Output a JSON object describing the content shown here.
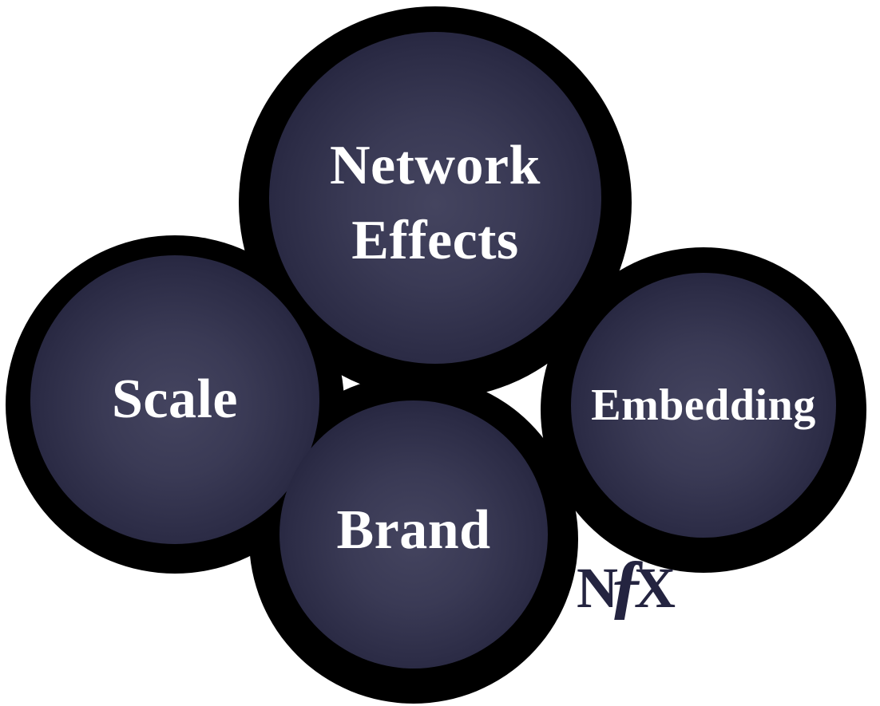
{
  "canvas": {
    "background": "#ffffff"
  },
  "colors": {
    "sphere_center": "#44445f",
    "sphere_mid": "#2c2c46",
    "sphere_edge": "#18182f",
    "halo": "#000000",
    "label_text": "#ffffff",
    "logo_text": "#242440"
  },
  "circles": {
    "network_effects": {
      "label": "Network Effects",
      "line1": "Network",
      "line2": "Effects"
    },
    "scale": {
      "label": "Scale"
    },
    "embedding": {
      "label": "Embedding"
    },
    "brand": {
      "label": "Brand"
    }
  },
  "logo": {
    "name": "NfX",
    "n": "N",
    "f": "ƒ",
    "x": "X"
  }
}
